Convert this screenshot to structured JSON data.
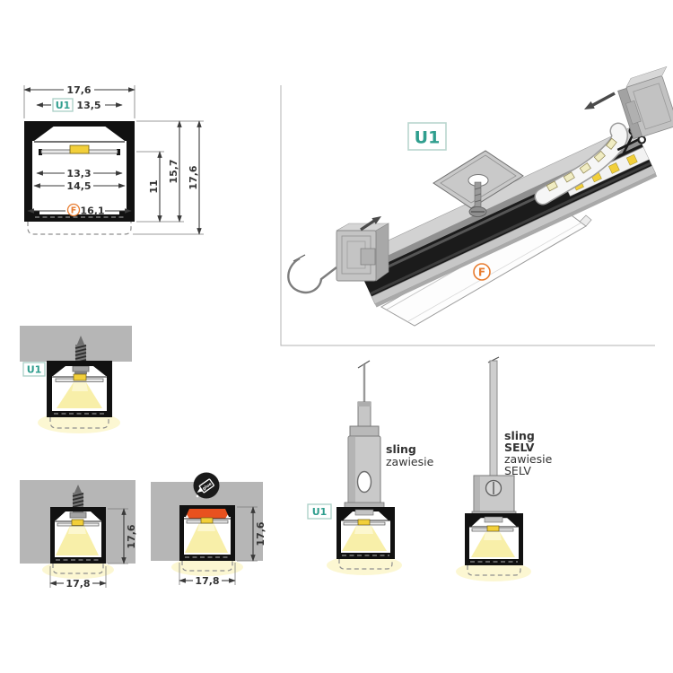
{
  "colors": {
    "u1_teal": "#2f9e8e",
    "f_orange": "#e87c2f",
    "glue_red": "#e8511f",
    "led_yellow": "#f2cf3a",
    "light_glow": "#f8efa9",
    "block_gray": "#b6b6b6",
    "profile_black": "#111111"
  },
  "cross_section": {
    "u1": "U1",
    "f": "F",
    "dim_top": "17,6",
    "dim_u1": "13,5",
    "dim_led": "13,3",
    "dim_inner": "14,5",
    "dim_f": "16,1",
    "dim_h_inner": "11",
    "dim_h_body": "15,7",
    "dim_h_total": "17,6"
  },
  "exploded": {
    "u1": "U1",
    "f": "F"
  },
  "surface": {
    "u1": "U1"
  },
  "recessed_screw": {
    "w": "17,8",
    "h": "17,6"
  },
  "recessed_glue": {
    "w": "17,8",
    "h": "17,6",
    "icon_text": "glue"
  },
  "susp_left": {
    "u1": "U1",
    "l1": "sling",
    "l2": "zawiesie"
  },
  "susp_right": {
    "l1": "sling",
    "l2": "SELV",
    "l3": "zawiesie",
    "l4": "SELV"
  }
}
